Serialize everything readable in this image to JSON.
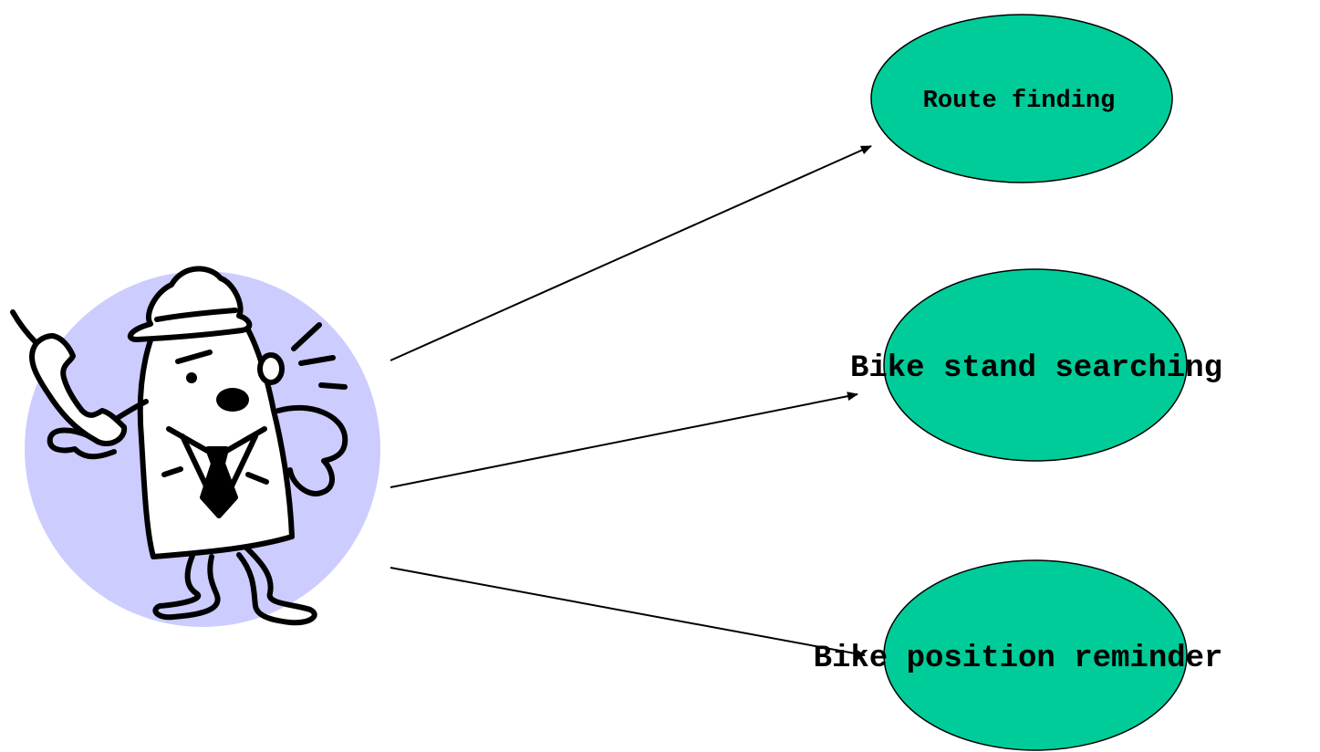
{
  "diagram": {
    "type": "use-case",
    "actor": {
      "icon": "man-on-phone-icon",
      "backdrop_color": "#ccccff"
    },
    "use_cases": [
      {
        "id": "route-finding",
        "label": "Route finding"
      },
      {
        "id": "bike-stand-searching",
        "label": "Bike stand searching"
      },
      {
        "id": "bike-position-reminder",
        "label": "Bike position reminder"
      }
    ],
    "colors": {
      "ellipse_fill": "#00cc99",
      "stroke": "#000000"
    }
  }
}
